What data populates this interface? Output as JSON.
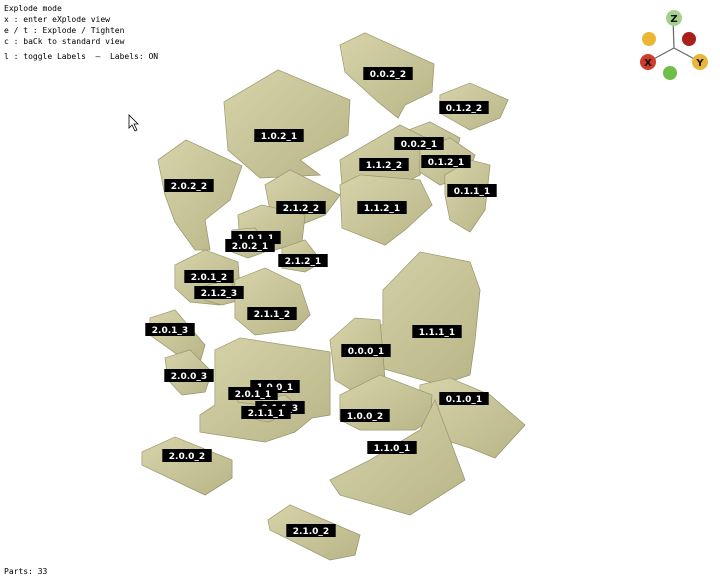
{
  "help": {
    "lines": [
      "Explode mode",
      "x : enter eXplode view",
      "e / t : Explode / Tighten",
      "c : baCk to standard view",
      "",
      "l : toggle Labels  —  Labels: ON"
    ]
  },
  "status": {
    "text": "Parts: 33"
  },
  "gizmo": {
    "labels": [
      "Z",
      "X",
      "Y"
    ],
    "colors": {
      "z": "#a7d08c",
      "x": "#d03c2c",
      "y": "#e8b53a",
      "neg_x": "#a8201c",
      "neg_y": "#6fbe4a",
      "neg_z": "#e9b733"
    }
  },
  "part_color": "#cbc89b",
  "parts": [
    "0.0.2_2",
    "0.1.2_2",
    "1.0.2_1",
    "0.0.2_1",
    "1.1.2_2",
    "0.1.2_1",
    "2.0.2_2",
    "0.1.1_1",
    "2.1.2_2",
    "1.1.2_1",
    "1.0.1_1",
    "2.0.2_1",
    "2.1.2_1",
    "2.0.1_2",
    "2.1.2_3",
    "2.1.1_2",
    "1.1.1_1",
    "2.0.1_3",
    "0.0.0_1",
    "2.0.0_3",
    "1.0.0_1",
    "2.0.1_1",
    "2.1.1_3",
    "2.1.1_1",
    "0.1.0_1",
    "1.0.0_2",
    "1.1.0_1",
    "2.0.0_2",
    "2.1.0_2"
  ]
}
